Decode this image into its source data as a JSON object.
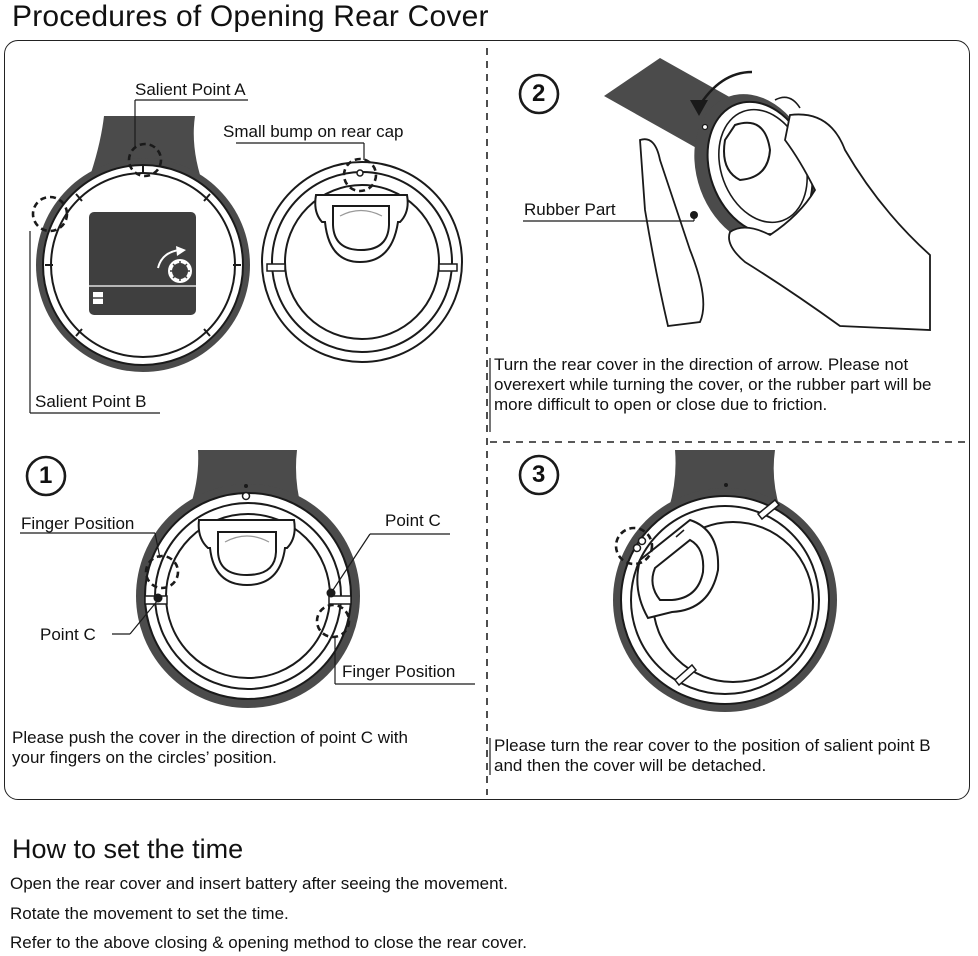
{
  "title": "Procedures of Opening Rear Cover",
  "labels": {
    "salient_a": "Salient Point A",
    "small_bump": "Small bump on rear cap",
    "salient_b": "Salient Point B",
    "rubber_part": "Rubber Part",
    "finger_position_1": "Finger Position",
    "finger_position_2": "Finger Position",
    "point_c_1": "Point C",
    "point_c_2": "Point C"
  },
  "steps": {
    "step1_number": "①",
    "step2_number": "②",
    "step3_number": "③"
  },
  "instructions": {
    "step1": "Please push the cover in the direction of point C with your fingers on the circles’ position.",
    "step2": "Turn the rear cover in the direction of arrow. Please not overexert while turning the cover, or the rubber part will be more difficult to open or close due to friction.",
    "step3": "Please turn the rear cover to the position of salient point B and then the cover will be detached."
  },
  "time_section": {
    "heading": "How to set the time",
    "lines": [
      "Open the rear cover and insert battery after seeing the movement.",
      "Rotate the movement to set the time.",
      "Refer to the above closing & opening method to close the rear cover."
    ]
  },
  "colors": {
    "strap": "#4b4b4b",
    "ink": "#1a1a1a",
    "movement": "#3f3f3f"
  }
}
